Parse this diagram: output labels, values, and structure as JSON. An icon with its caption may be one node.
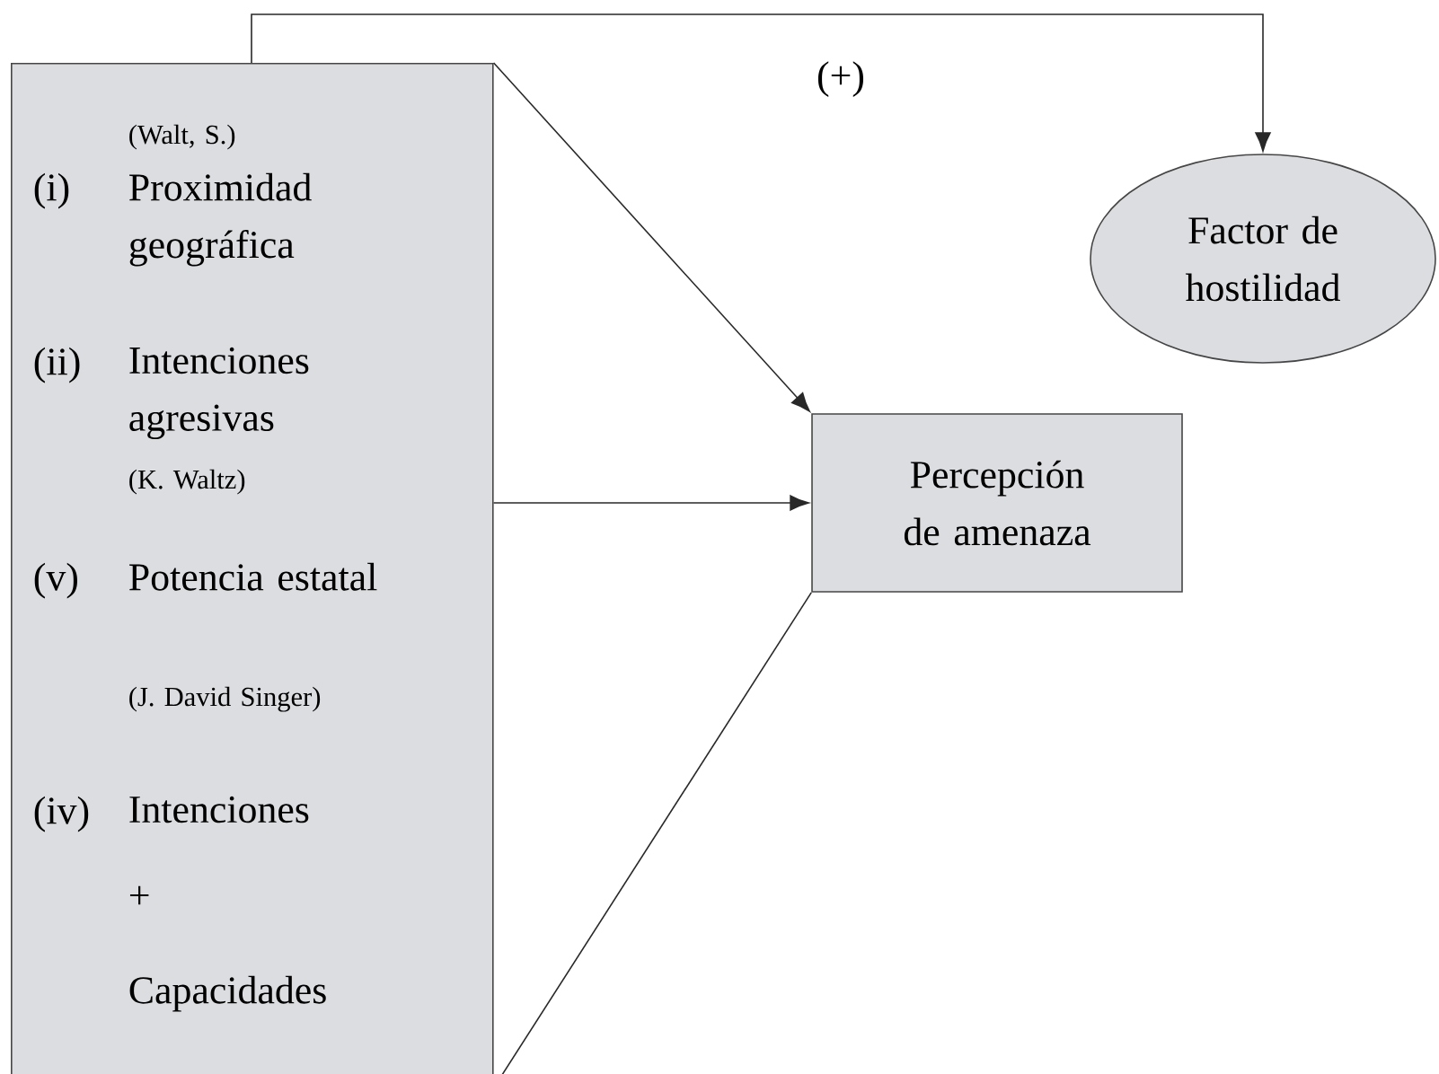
{
  "diagram": {
    "nodes": [
      {
        "text": [
          "(Walt, S.)",
          "(i)",
          "Proximidad geográfica",
          "(ii)",
          "Intenciones agresivas",
          "(K. Waltz)",
          "(v)",
          "Potencia estatal",
          "(J. David Singer)",
          "(iv)",
          "Intenciones",
          "+",
          "Capacidades"
        ]
      },
      {
        "text": [
          "Percepción de amenaza"
        ]
      },
      {
        "text": [
          "Factor de hostilidad"
        ]
      }
    ],
    "edges": [
      {
        "from": 0,
        "to": 1,
        "arrow": "to"
      },
      {
        "from": 0,
        "to": 1,
        "arrow": "to"
      },
      {
        "from": 0,
        "to": 1,
        "arrow": "none"
      },
      {
        "from": 0,
        "to": 2,
        "arrow": "to",
        "label": "(+)"
      }
    ]
  }
}
